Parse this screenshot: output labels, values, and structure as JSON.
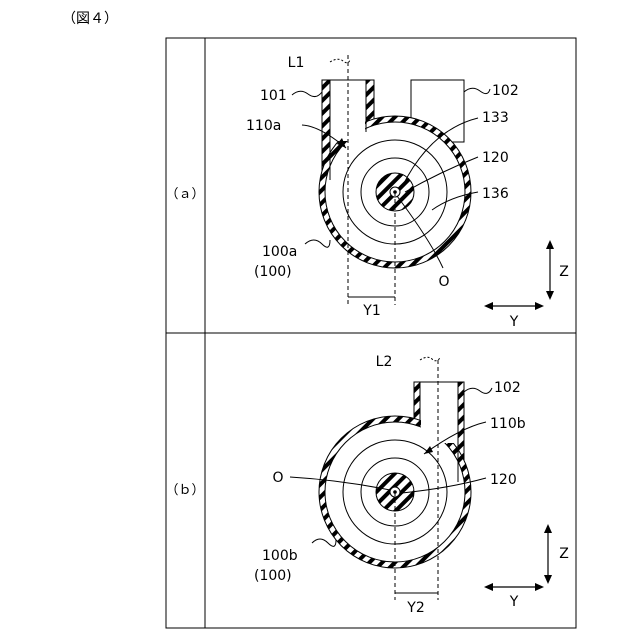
{
  "figure": {
    "caption": "（図４）"
  },
  "panel_a": {
    "row_label": "（ａ）",
    "line_label": "L1",
    "offset_label": "Y1",
    "center_label": "O",
    "labels": {
      "part101": "101",
      "part102": "102",
      "part110a": "110a",
      "part133": "133",
      "part120": "120",
      "part136": "136",
      "part100a": "100a",
      "part100": "(100)"
    },
    "axes": {
      "z": "Z",
      "y": "Y"
    }
  },
  "panel_b": {
    "row_label": "（ｂ）",
    "line_label": "L2",
    "offset_label": "Y2",
    "center_label": "O",
    "labels": {
      "part102": "102",
      "part110b": "110b",
      "part120": "120",
      "part100b": "100b",
      "part100": "(100)"
    },
    "axes": {
      "z": "Z",
      "y": "Y"
    }
  }
}
